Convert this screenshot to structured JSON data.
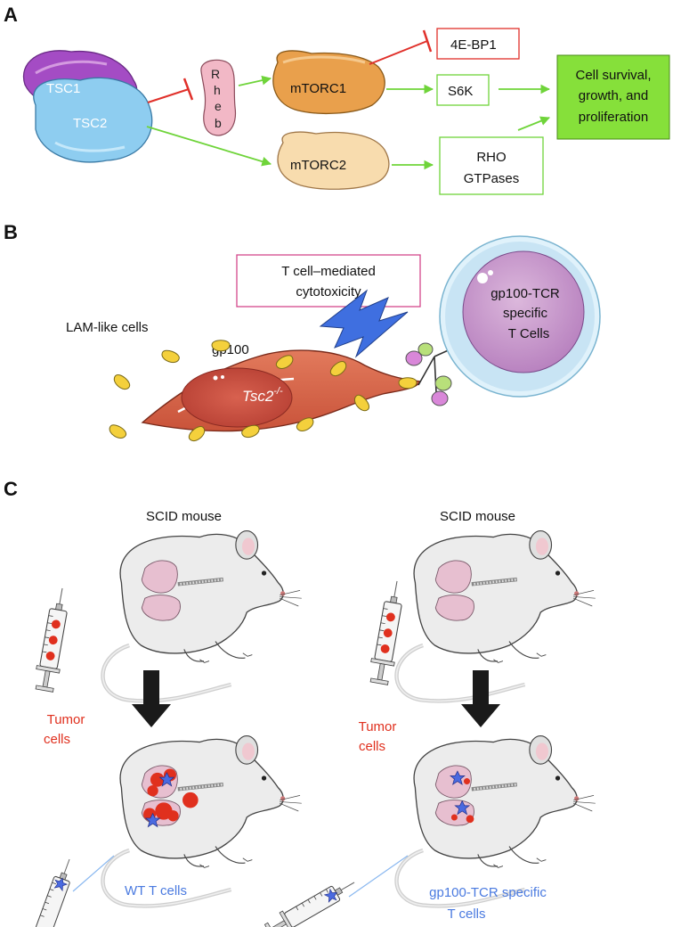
{
  "panel_a": {
    "letter": "A",
    "tsc1": "TSC1",
    "tsc2": "TSC2",
    "rheb_letters": [
      "R",
      "h",
      "e",
      "b"
    ],
    "mtorc1": "mTORC1",
    "mtorc2": "mTORC2",
    "ebp1": "4E-BP1",
    "s6k": "S6K",
    "rho_lines": [
      "RHO",
      "GTPases"
    ],
    "outcome_lines": [
      "Cell survival,",
      "growth, and",
      "proliferation"
    ]
  },
  "panel_b": {
    "letter": "B",
    "tcell_box_lines": [
      "T cell–mediated",
      "cytotoxicity"
    ],
    "lam_label": "LAM-like cells",
    "gp100_label": "gp100",
    "genotype_base": "Tsc2",
    "genotype_sup": "-/-",
    "tcell_lines": [
      "gp100-TCR",
      "specific",
      "T Cells"
    ]
  },
  "panel_c": {
    "letter": "C",
    "left": {
      "mouse_label": "SCID mouse",
      "tumor_lines": [
        "Tumor",
        "cells"
      ],
      "treatment_lines": [
        "WT T cells"
      ]
    },
    "right": {
      "mouse_label": "SCID mouse",
      "tumor_lines": [
        "Tumor",
        "cells"
      ],
      "treatment_lines": [
        "gp100-TCR specific",
        "T cells"
      ]
    }
  },
  "colors": {
    "inhibit": "#e0302a",
    "activate": "#6fd43a",
    "outcome_fill": "#86e03a",
    "tsc1": "#a44cc4",
    "tsc2": "#8ecdf0",
    "rheb": "#f2b8c6",
    "mtorc1": "#e9a04c",
    "mtorc2": "#f8dcae",
    "tcell_box": "#d4488c",
    "lightning": "#3f6fe0",
    "lam_cell": "#d9654a",
    "tumor_text": "#e0301e",
    "tcell_text": "#4a7ae0"
  }
}
